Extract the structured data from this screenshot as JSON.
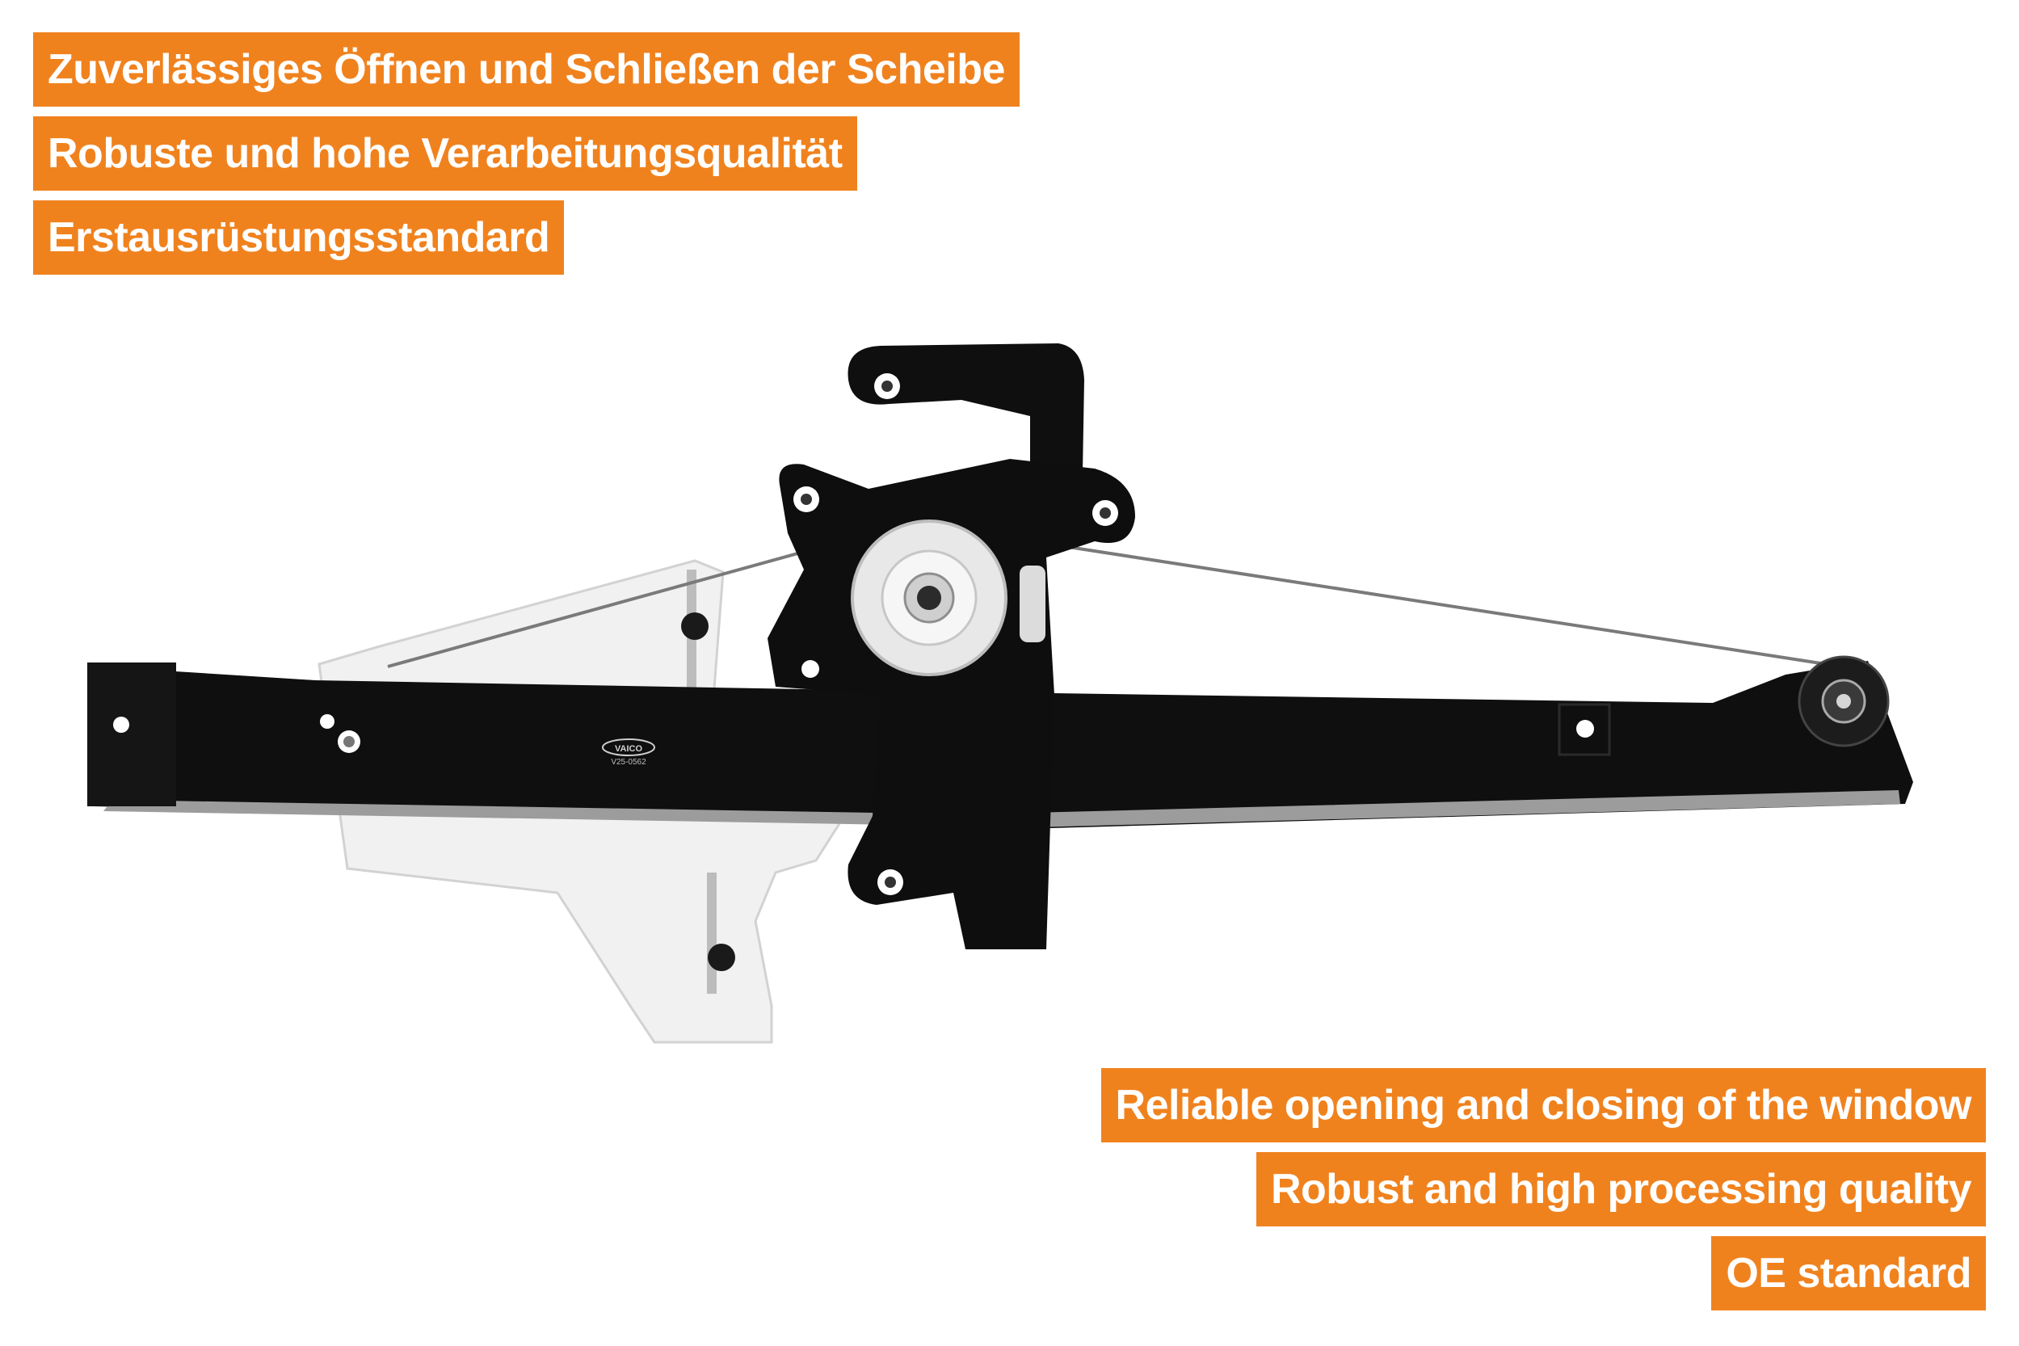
{
  "colors": {
    "badge_bg": "#f0821e",
    "badge_text": "#ffffff",
    "background": "#ffffff"
  },
  "features_de": [
    "Zuverlässiges Öffnen und Schließen der Scheibe",
    "Robuste und hohe Verarbeitungsqualität",
    "Erstausrüstungsstandard"
  ],
  "features_en": [
    "Reliable opening and closing of the window",
    "Robust and high processing quality",
    "OE standard"
  ],
  "product": {
    "brand_mark": "VAICO",
    "part_number": "V25-0562"
  }
}
